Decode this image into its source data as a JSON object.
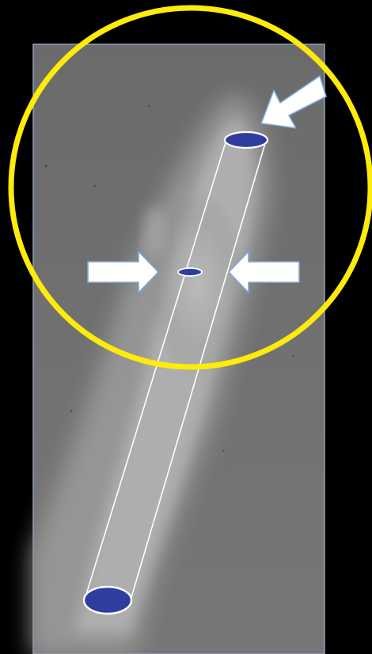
{
  "image": {
    "background_color": "#000000",
    "film_color": "#6f6f6f",
    "film_border_color": "#8fa0b8",
    "tooth_highlight_color": "#b8b8b8",
    "circle_color": "#ffeb0a",
    "arrow_color": "#ffffff",
    "arrow_outline_color": "#7fa6d6",
    "canal_tube_color": "#ffffff",
    "canal_ellipse_fill": "#2f3e9e",
    "arrows": [
      {
        "name": "upper-right-arrow-icon",
        "direction": "down-left"
      },
      {
        "name": "left-arrow-icon",
        "direction": "right"
      },
      {
        "name": "right-arrow-icon",
        "direction": "left"
      }
    ],
    "ellipses": [
      "canal-opening-top",
      "canal-constriction-middle",
      "canal-opening-bottom"
    ]
  }
}
